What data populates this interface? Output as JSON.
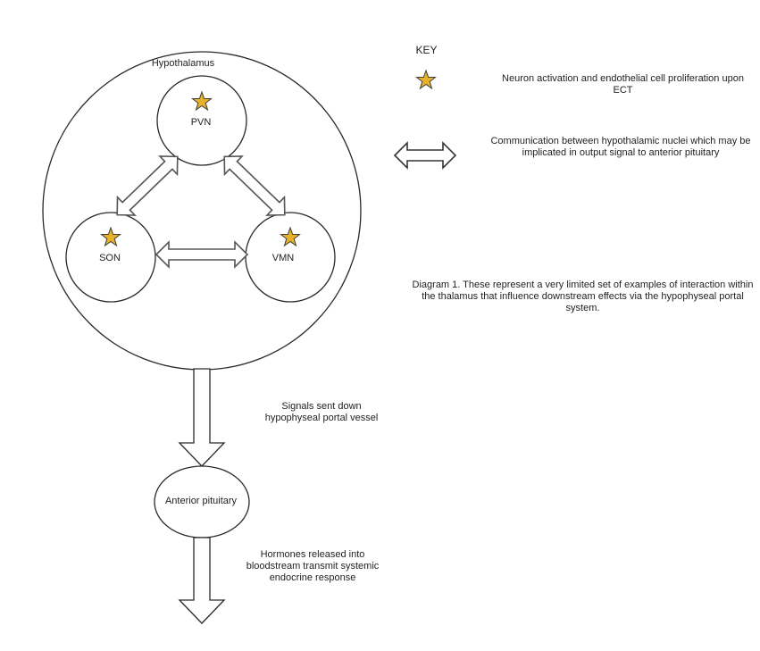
{
  "diagram": {
    "hypothalamus_label": "Hypothalamus",
    "nuclei": {
      "pvn": "PVN",
      "son": "SON",
      "vmn": "VMN"
    },
    "anterior_pituitary_label": "Anterior pituitary",
    "signals_label": "Signals sent down hypophyseal portal vessel",
    "hormones_label": "Hormones released into bloodstream transmit systemic endocrine response"
  },
  "key": {
    "title": "KEY",
    "star_description": "Neuron activation and endothelial cell proliferation upon ECT",
    "arrow_description": "Communication between hypothalamic nuclei which may be implicated in output signal to anterior pituitary"
  },
  "caption": "Diagram 1. These represent a very limited set of examples of interaction within the thalamus that influence downstream effects via the hypophyseal portal system.",
  "colors": {
    "star_fill": "#e8b12a",
    "stroke": "#2a2a2a",
    "arrow_stroke": "#555555"
  }
}
